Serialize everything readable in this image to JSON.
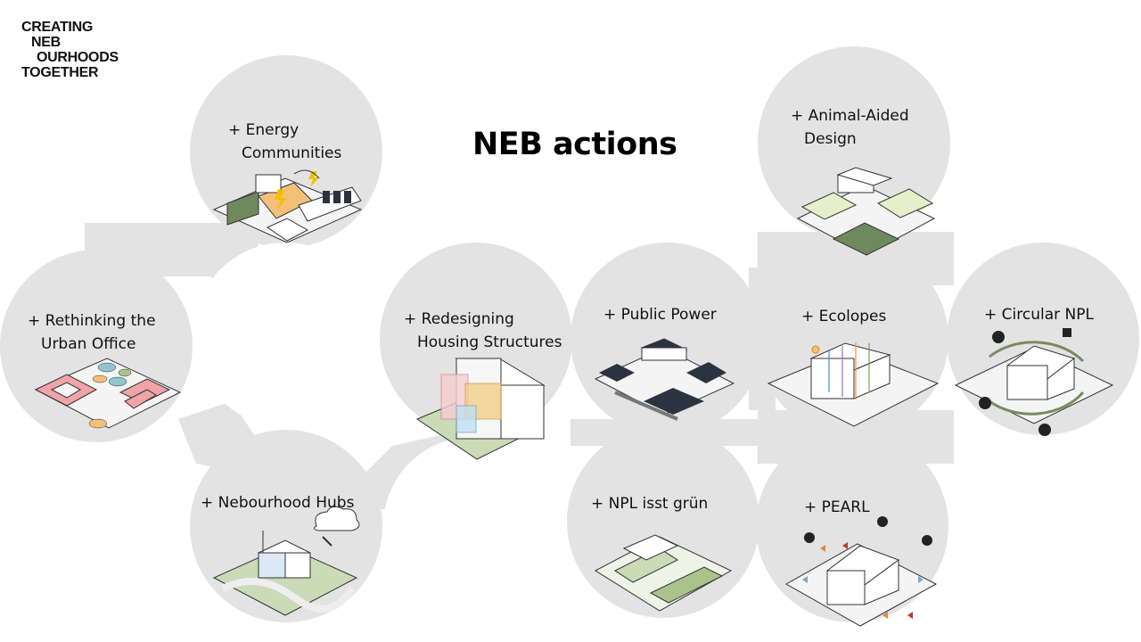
{
  "logo": {
    "line1": "CREATING",
    "line2": "NEB",
    "line3": "OURHOODS",
    "line4": "TOGETHER"
  },
  "title": "NEB actions",
  "actions": {
    "energy": {
      "line1": "+ Energy",
      "line2": "Communities"
    },
    "office": {
      "line1": "+ Rethinking the",
      "line2": "Urban Office"
    },
    "hubs": {
      "line1": "+  Nebourhood Hubs"
    },
    "housing": {
      "line1": "+ Redesigning",
      "line2": "Housing Structures"
    },
    "power": {
      "line1": "+ Public Power"
    },
    "npl_green": {
      "line1": "+  NPL isst grün"
    },
    "animal": {
      "line1": "+ Animal-Aided",
      "line2": "Design"
    },
    "ecolopes": {
      "line1": "+ Ecolopes"
    },
    "circular": {
      "line1": "+ Circular NPL"
    },
    "pearl": {
      "line1": "+ PEARL"
    }
  },
  "colors": {
    "blob": "#e3e3e3",
    "pink": "#f0a3a8",
    "green": "#a9c48a",
    "dark_green": "#6e8a5c",
    "orange": "#f3c07a"
  }
}
